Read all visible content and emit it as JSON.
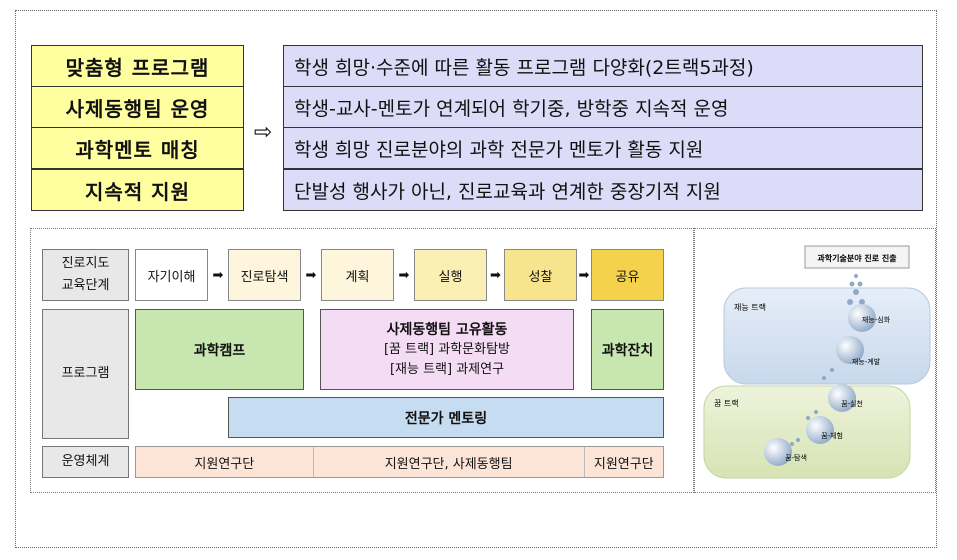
{
  "top": {
    "left_items": [
      "맞춤형 프로그램",
      "사제동행팀 운영",
      "과학멘토 매칭",
      "지속적 지원"
    ],
    "arrow": "⇨",
    "right_items": [
      "학생 희망·수준에 따른 활동 프로그램 다양화(2트랙5과정)",
      "학생-교사-멘토가 연계되어 학기중, 방학중 지속적 운영",
      "학생 희망 진로분야의 과학 전문가 멘토가 활동 지원",
      "단발성 행사가 아닌, 진로교육과 연계한 중장기적 지원"
    ]
  },
  "diagram": {
    "row1_label_a": "진로지도",
    "row1_label_b": "교육단계",
    "row2_label": "프로그램",
    "row3_label": "운영체계",
    "stages": [
      "자기이해",
      "진로탐색",
      "계획",
      "실행",
      "성찰",
      "공유"
    ],
    "stage_colors": [
      "#ffffff",
      "#fdf6dc",
      "#fdf6dc",
      "#fbf0b4",
      "#f8e48c",
      "#f5d24c"
    ],
    "stage_arrow": "➡",
    "camp": "과학캠프",
    "team_title": "사제동행팀 고유활동",
    "team_line1": "[꿈 트랙] 과학문화탐방",
    "team_line2": "[재능 트랙] 과제연구",
    "fair": "과학잔치",
    "mentoring": "전문가 멘토링",
    "ops": [
      "지원연구단",
      "지원연구단, 사제동행팀",
      "지원연구단"
    ]
  },
  "illustration": {
    "header": "과학기술분야 진로 진출",
    "talent_track": "재능 트랙",
    "dream_track": "꿈 트랙",
    "steps": [
      "재능-심화",
      "재능-계발",
      "꿈-실천",
      "꿈-체험",
      "꿈-탐색"
    ]
  }
}
